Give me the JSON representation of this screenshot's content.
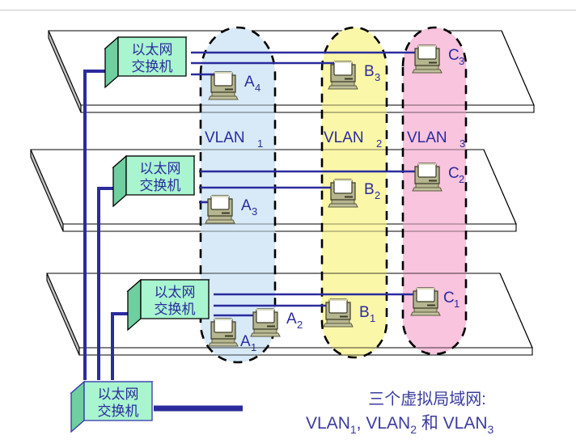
{
  "figure": {
    "title_cn": "三个虚拟局域网:",
    "caption_parts": {
      "vlan1": "VLAN",
      "vlan1_sub": "1",
      "sep1": ", ",
      "vlan2": "VLAN",
      "vlan2_sub": "2",
      "conj": " 和 ",
      "vlan3": "VLAN",
      "vlan3_sub": "3"
    }
  },
  "switches": {
    "label_line1": "以太网",
    "label_line2": "交换机",
    "shelf_switches": [
      {
        "name": "top-shelf-switch"
      },
      {
        "name": "middle-shelf-switch"
      },
      {
        "name": "bottom-shelf-switch"
      }
    ],
    "core_switch": {
      "name": "core-switch"
    }
  },
  "vlans": [
    {
      "id": "vlan1",
      "label": "VLAN",
      "sub": "1",
      "fill": "#d8eaf8",
      "stroke": "#000000"
    },
    {
      "id": "vlan2",
      "label": "VLAN",
      "sub": "2",
      "fill": "#fbf7a8",
      "stroke": "#000000"
    },
    {
      "id": "vlan3",
      "label": "VLAN",
      "sub": "3",
      "fill": "#f9c4de",
      "stroke": "#000000"
    }
  ],
  "hosts": [
    {
      "id": "A4",
      "label": "A",
      "sub": "4",
      "vlan": "vlan1",
      "floor": "top"
    },
    {
      "id": "B3",
      "label": "B",
      "sub": "3",
      "vlan": "vlan2",
      "floor": "top"
    },
    {
      "id": "C3",
      "label": "C",
      "sub": "3",
      "vlan": "vlan3",
      "floor": "top"
    },
    {
      "id": "A3",
      "label": "A",
      "sub": "3",
      "vlan": "vlan1",
      "floor": "middle"
    },
    {
      "id": "B2",
      "label": "B",
      "sub": "2",
      "vlan": "vlan2",
      "floor": "middle"
    },
    {
      "id": "C2",
      "label": "C",
      "sub": "2",
      "vlan": "vlan3",
      "floor": "middle"
    },
    {
      "id": "A1",
      "label": "A",
      "sub": "1",
      "vlan": "vlan1",
      "floor": "bottom"
    },
    {
      "id": "A2",
      "label": "A",
      "sub": "2",
      "vlan": "vlan1",
      "floor": "bottom"
    },
    {
      "id": "B1",
      "label": "B",
      "sub": "1",
      "vlan": "vlan2",
      "floor": "bottom"
    },
    {
      "id": "C1",
      "label": "C",
      "sub": "1",
      "vlan": "vlan3",
      "floor": "bottom"
    }
  ],
  "colors": {
    "link_blue": "#2b2b9e",
    "switch_front": "#a8f5cf",
    "switch_top": "#8fe3b8",
    "switch_side": "#6fcf9f",
    "shelf_fill": "#ffffff",
    "shelf_edge": "#000000",
    "shelf_bar": "#c0c0c0",
    "label_blue": "#2b2b9e",
    "computer_body": "#b5b590",
    "computer_screen": "#ffffff"
  }
}
